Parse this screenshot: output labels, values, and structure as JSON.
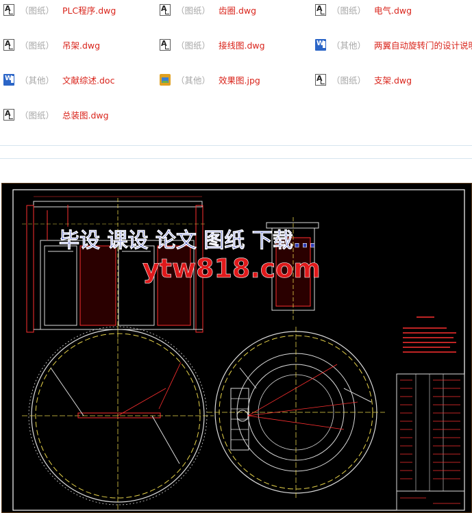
{
  "files": [
    {
      "category": "（图纸）",
      "name": "PLC程序.dwg",
      "icon": "dwg-icon"
    },
    {
      "category": "（图纸）",
      "name": "齿圈.dwg",
      "icon": "dwg-icon"
    },
    {
      "category": "（图纸）",
      "name": "电气.dwg",
      "icon": "dwg-icon"
    },
    {
      "category": "（图纸）",
      "name": "吊架.dwg",
      "icon": "dwg-icon"
    },
    {
      "category": "（图纸）",
      "name": "接线图.dwg",
      "icon": "dwg-icon"
    },
    {
      "category": "（其他）",
      "name": "两翼自动旋转门的设计说明",
      "icon": "word-icon"
    },
    {
      "category": "（其他）",
      "name": "文献综述.doc",
      "icon": "word-icon"
    },
    {
      "category": "（其他）",
      "name": "效果图.jpg",
      "icon": "image-icon"
    },
    {
      "category": "（图纸）",
      "name": "支架.dwg",
      "icon": "dwg-icon"
    },
    {
      "category": "（图纸）",
      "name": "总装图.dwg",
      "icon": "dwg-icon"
    }
  ],
  "preview": {
    "watermark_line1": "毕设 课设 论文 图纸 下载...",
    "watermark_line2": "ytw818.com",
    "colors": {
      "background": "#000000",
      "frame": "#ffffff",
      "geometry": "#d8d8d8",
      "dimension": "#ff2020",
      "center": "#e8d44a",
      "accent": "#f0e040",
      "watermark_blue": "#2d3db8",
      "watermark_red": "#e0191b"
    }
  }
}
